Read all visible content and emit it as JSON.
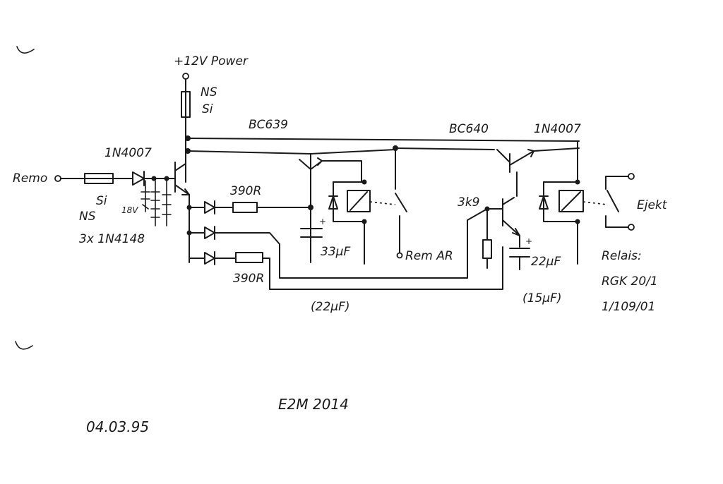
{
  "labels": {
    "power": "+12V Power",
    "fuse_top_rating": "NS",
    "fuse_top_type": "Si",
    "q1_part": "BC639",
    "q2_part": "BC640",
    "d_out_part": "1N4007",
    "d_in_part": "1N4007",
    "input": "Remo",
    "fuse_in_type": "Si",
    "fuse_in_rating": "NS",
    "zener": "18V",
    "diode_pack": "3x 1N4148",
    "r_upper": "390R",
    "r_lower": "390R",
    "r_base_q2": "3k9",
    "cap_c1": "33µF",
    "cap_c2": "22µF",
    "cap_c2_alt": "(22µF)",
    "cap_c3_alt": "(15µF)",
    "switch_remote": "Rem AR",
    "output": "Ejekt",
    "relay_title": "Relais:",
    "relay_model": "RGK 20/1",
    "relay_code": "1/109/01",
    "drawing_id": "E2M 2014",
    "date": "04.03.95"
  }
}
